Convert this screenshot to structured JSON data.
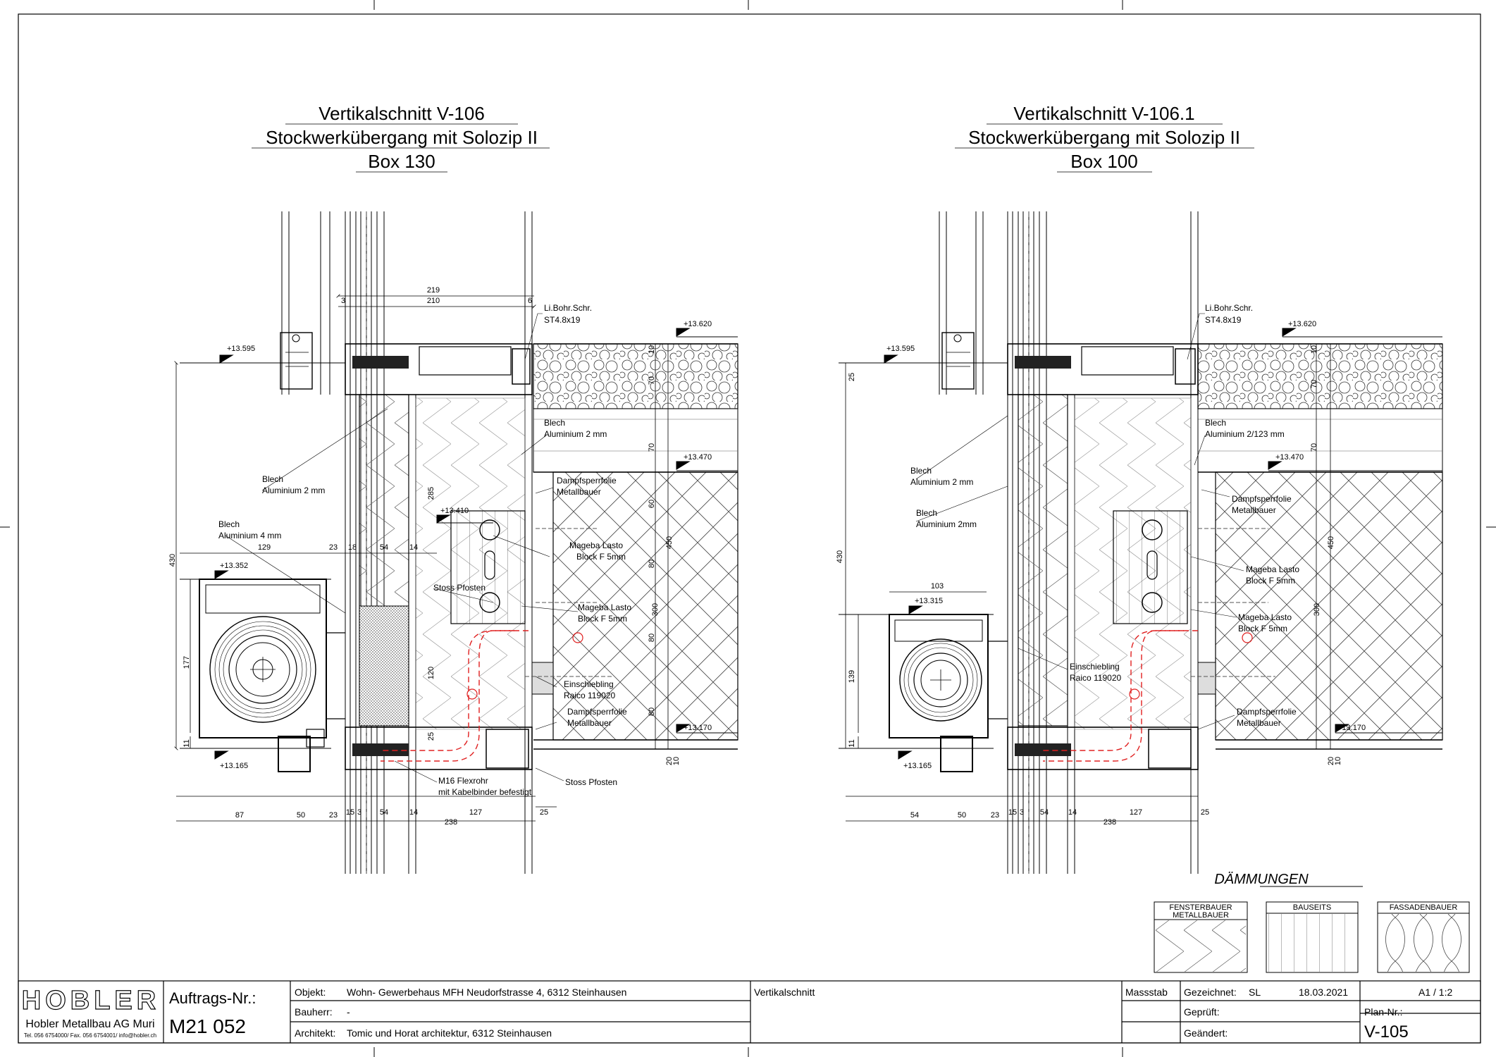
{
  "left": {
    "title": [
      "Vertikalschnitt V-106",
      "Stockwerkübergang mit Solozip II",
      "Box 130"
    ],
    "levels": [
      "+13.595",
      "+13.620",
      "+13.470",
      "+13.410",
      "+13.352",
      "+13.165",
      "+13.170"
    ],
    "labels": {
      "bohr": "Li.Bohr.Schr.",
      "bohr2": "ST4.8x19",
      "blech1a": "Blech",
      "blech1b": "Aluminium 2 mm",
      "blech2a": "Blech",
      "blech2b": "Aluminium 2 mm",
      "blech3a": "Blech",
      "blech3b": "Aluminium 4 mm",
      "dampf1a": "Dampfsperrfolie",
      "dampf1b": "Metallbauer",
      "mageba1a": "Mageba Lasto",
      "mageba1b": "Block F 5mm",
      "mageba2a": "Mageba Lasto",
      "mageba2b": "Block F 5mm",
      "stoss1": "Stoss Pfosten",
      "einsch1": "Einschiebling",
      "einsch2": "Raico 119020",
      "dampf2a": "Dampfsperrfolie",
      "dampf2b": "Metallbauer",
      "m16a": "M16 Flexrohr",
      "m16b": "mit Kabelbinder befestigt",
      "stoss2": "Stoss Pfosten"
    },
    "dims": {
      "top219": "219",
      "top210": "210",
      "top3": "3",
      "top6": "6",
      "d129": "129",
      "d23": "23",
      "d18": "18",
      "d54": "54",
      "d14": "14",
      "v430": "430",
      "v177": "177",
      "v11": "11",
      "v285": "285",
      "v120": "120",
      "v25": "25",
      "r70a": "70",
      "r70b": "70",
      "r60": "60",
      "r80a": "80",
      "r80b": "80",
      "r80c": "80",
      "r450": "450",
      "r300": "300",
      "r20": "20",
      "r10": "10",
      "r10b": "10",
      "b87": "87",
      "b50": "50",
      "b23": "23",
      "b15": "15",
      "b3": "3",
      "b54": "54",
      "b14": "14",
      "b238": "238",
      "b127": "127",
      "b25": "25"
    }
  },
  "right": {
    "title": [
      "Vertikalschnitt V-106.1",
      "Stockwerkübergang mit Solozip II",
      "Box 100"
    ],
    "levels": [
      "+13.595",
      "+13.620",
      "+13.470",
      "+13.315",
      "+13.165",
      "+13.170"
    ],
    "labels": {
      "bohr": "Li.Bohr.Schr.",
      "bohr2": "ST4.8x19",
      "blech1a": "Blech",
      "blech1b": "Aluminium 2/123 mm",
      "blech2a": "Blech",
      "blech2b": "Aluminium 2 mm",
      "blech3a": "Blech",
      "blech3b": "Aluminium 2mm",
      "dampf1a": "Dampfsperrfolie",
      "dampf1b": "Metallbauer",
      "mageba1a": "Mageba Lasto",
      "mageba1b": "Block F 5mm",
      "mageba2a": "Mageba Lasto",
      "mageba2b": "Block F 5mm",
      "einsch1": "Einschiebling",
      "einsch2": "Raico 119020",
      "dampf2a": "Dampfsperrfolie",
      "dampf2b": "Metallbauer"
    },
    "dims": {
      "d103": "103",
      "v430": "430",
      "v25": "25",
      "v139": "139",
      "v11": "11",
      "r10": "10",
      "r70a": "70",
      "r70b": "70",
      "r450": "450",
      "r300": "300",
      "r20": "20",
      "r10b": "10",
      "b54": "54",
      "b50": "50",
      "b23": "23",
      "b15": "15",
      "b3": "3",
      "b54b": "54",
      "b14": "14",
      "b238": "238",
      "b127": "127",
      "b25": "25"
    }
  },
  "legend": {
    "title": "DÄMMUNGEN",
    "box1a": "FENSTERBAUER",
    "box1b": "METALLBAUER",
    "box2": "BAUSEITS",
    "box3": "FASSADENBAUER"
  },
  "titleblock": {
    "logo": "HOBLER",
    "company": "Hobler Metallbau AG Muri",
    "contact": "Tel. 056 6754000/ Fax. 056 6754001/ info@hobler.ch",
    "auftrag_label": "Auftrags-Nr.:",
    "auftrag_value": "M21 052",
    "objekt_label": "Objekt:",
    "objekt_value": "Wohn- Gewerbehaus MFH Neudorfstrasse 4, 6312 Steinhausen",
    "bauherr_label": "Bauherr:",
    "bauherr_value": "-",
    "architekt_label": "Architekt:",
    "architekt_value": "Tomic und Horat architektur, 6312 Steinhausen",
    "drawing_title": "Vertikalschnitt",
    "massstab_label": "Massstab",
    "gezeichnet_label": "Gezeichnet:",
    "gezeichnet_value": "SL",
    "date": "18.03.2021",
    "scale": "A1 / 1:2",
    "geprueft_label": "Geprüft:",
    "geaendert_label": "Geändert:",
    "plan_label": "Plan-Nr.:",
    "plan_value": "V-105"
  }
}
